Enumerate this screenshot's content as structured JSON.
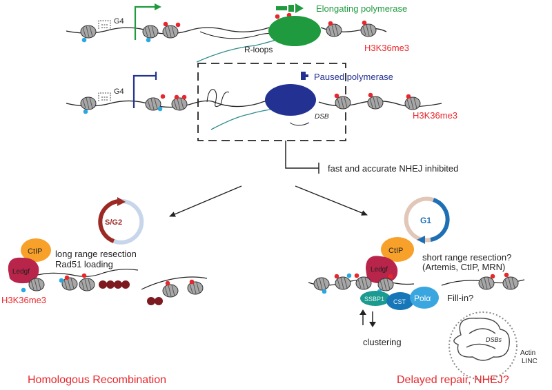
{
  "colors": {
    "elongating": "#1f9a3e",
    "paused": "#233292",
    "mark_red": "#e8262b",
    "mark_blue": "#29a8e0",
    "nucleosome": "#a7a7a7",
    "text_dark": "#222222",
    "ctip": "#f7a12a",
    "ledgf": "#b8244a",
    "hr_cycle": "#9b2a25",
    "g1_cycle": "#1f6fb5",
    "ssbp1": "#1b9a8f",
    "cst": "#1676b8",
    "pola": "#3aa6df",
    "ssb_dots": "#7d1a20"
  },
  "top": {
    "g4_label": "G4",
    "elongating_label": "Elongating polymerase",
    "rloops_label": "R-loops",
    "mark_label": "H3K36me3"
  },
  "middle": {
    "g4_label": "G4",
    "paused_label": "Paused polymerase",
    "dsb_label": "DSB",
    "mark_label": "H3K36me3",
    "inhibition_label": "fast and accurate NHEJ inhibited"
  },
  "left": {
    "cycle_label": "S/G2",
    "ctip_label": "CtIP",
    "ledgf_label": "Ledgf",
    "text_line1": "long range resection",
    "text_line2": "Rad51 loading",
    "mark_label": "H3K36me3",
    "outcome": "Homologous Recombination"
  },
  "right": {
    "cycle_label": "G1",
    "ctip_label": "CtIP",
    "ledgf_label": "Ledgf",
    "text_line1": "short range resection?",
    "text_line2": "(Artemis, CtIP, MRN)",
    "ssbp1_label": "SSBP1",
    "cst_label": "CST",
    "pola_label": "Polα",
    "fillin_label": "Fill-in?",
    "clustering_label": "clustering",
    "dsbs_label": "DSBs",
    "actin_label": "Actin",
    "linc_label": "LINC",
    "outcome": "Delayed repair, NHEJ?"
  }
}
